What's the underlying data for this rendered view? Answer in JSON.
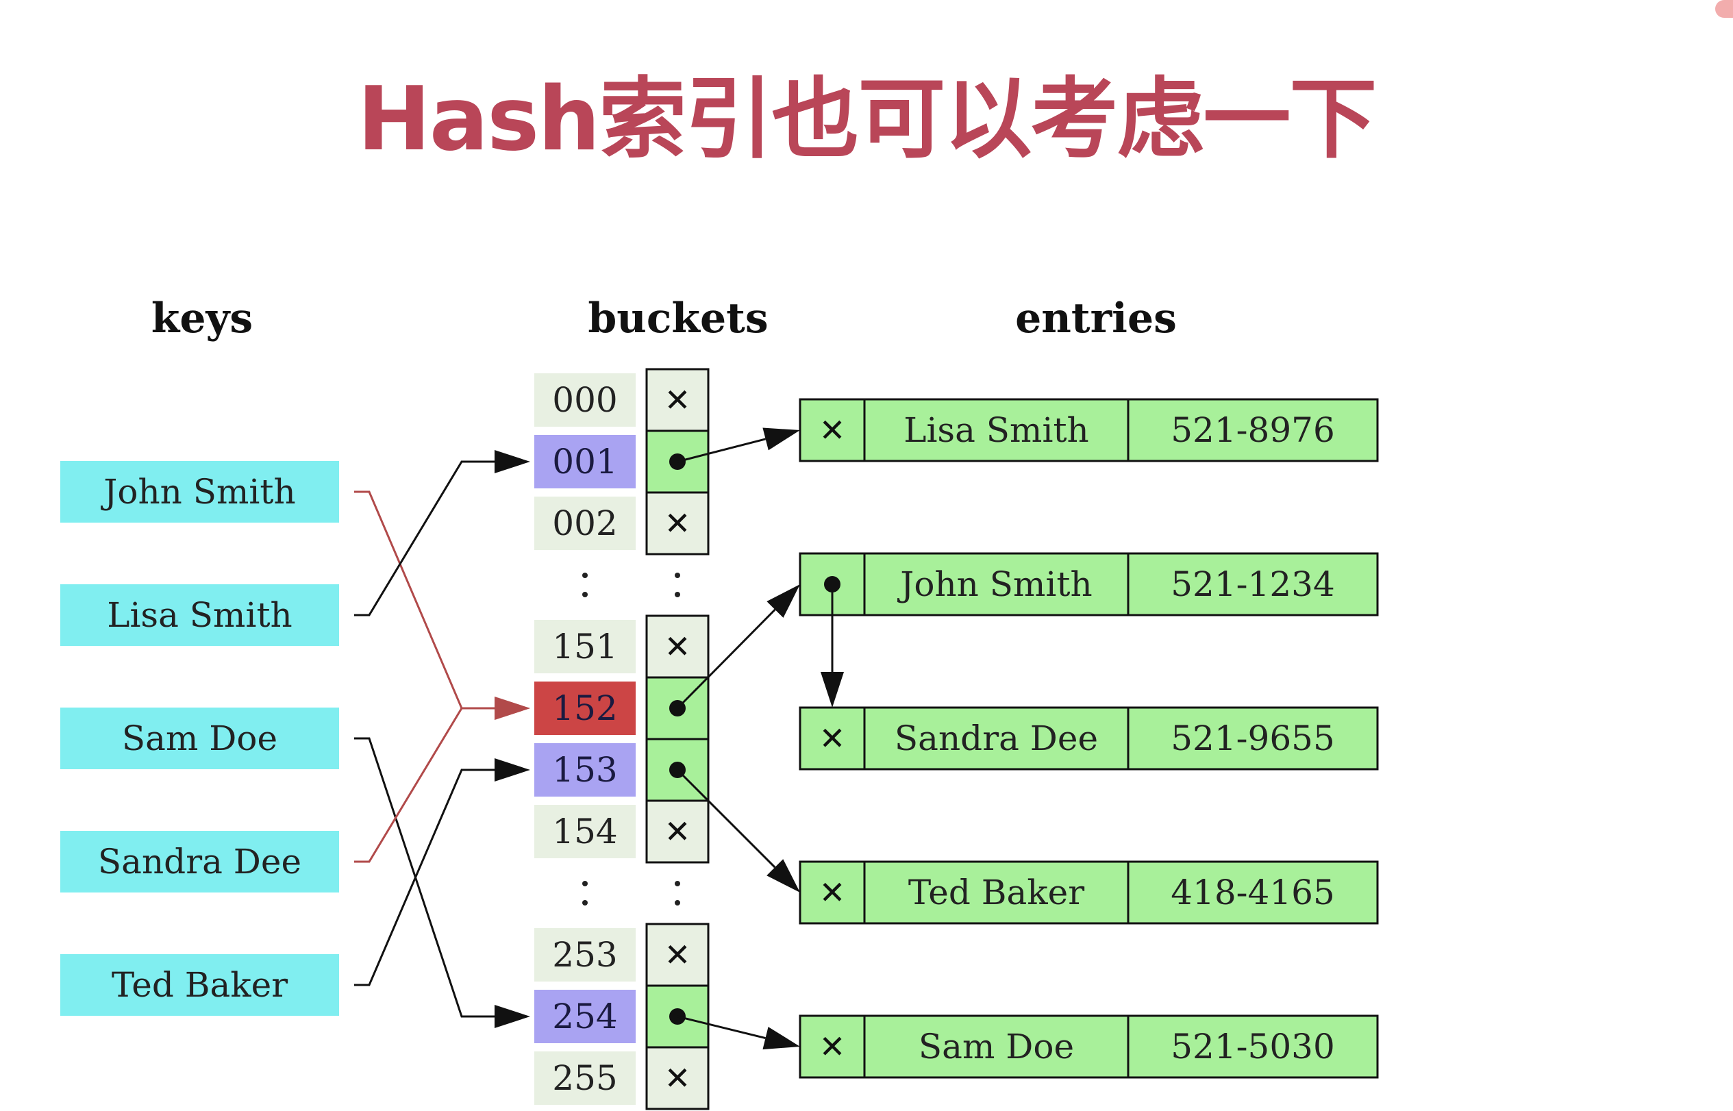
{
  "title": "Hash索引也可以考虑一下",
  "headers": {
    "keys": "keys",
    "buckets": "buckets",
    "entries": "entries"
  },
  "keys": [
    "John Smith",
    "Lisa Smith",
    "Sam Doe",
    "Sandra Dee",
    "Ted Baker"
  ],
  "buckets": [
    {
      "index": "000",
      "state": "null",
      "highlight": "none"
    },
    {
      "index": "001",
      "state": "pointer",
      "highlight": "blue"
    },
    {
      "index": "002",
      "state": "null",
      "highlight": "none"
    },
    {
      "index": ":",
      "state": "ellipsis",
      "highlight": "none"
    },
    {
      "index": "151",
      "state": "null",
      "highlight": "none"
    },
    {
      "index": "152",
      "state": "pointer",
      "highlight": "red"
    },
    {
      "index": "153",
      "state": "pointer",
      "highlight": "blue"
    },
    {
      "index": "154",
      "state": "null",
      "highlight": "none"
    },
    {
      "index": ":",
      "state": "ellipsis",
      "highlight": "none"
    },
    {
      "index": "253",
      "state": "null",
      "highlight": "none"
    },
    {
      "index": "254",
      "state": "pointer",
      "highlight": "blue"
    },
    {
      "index": "255",
      "state": "null",
      "highlight": "none"
    }
  ],
  "entries": [
    {
      "name": "Lisa Smith",
      "phone": "521-8976",
      "next": "null"
    },
    {
      "name": "John Smith",
      "phone": "521-1234",
      "next": "pointer"
    },
    {
      "name": "Sandra Dee",
      "phone": "521-9655",
      "next": "null"
    },
    {
      "name": "Ted Baker",
      "phone": "418-4165",
      "next": "null"
    },
    {
      "name": "Sam Doe",
      "phone": "521-5030",
      "next": "null"
    }
  ],
  "mappings": [
    {
      "key": "John Smith",
      "bucket": "152",
      "collision": true
    },
    {
      "key": "Lisa Smith",
      "bucket": "001",
      "collision": false
    },
    {
      "key": "Sam Doe",
      "bucket": "254",
      "collision": false
    },
    {
      "key": "Sandra Dee",
      "bucket": "152",
      "collision": true
    },
    {
      "key": "Ted Baker",
      "bucket": "153",
      "collision": false
    }
  ],
  "links": [
    {
      "from": "001",
      "to": "Lisa Smith"
    },
    {
      "from": "152",
      "to": "John Smith"
    },
    {
      "from": "John Smith",
      "to": "Sandra Dee"
    },
    {
      "from": "153",
      "to": "Ted Baker"
    },
    {
      "from": "254",
      "to": "Sam Doe"
    }
  ],
  "colors": {
    "title": "#b94658",
    "key_fill": "#80eef0",
    "bucket_plain": "#e8f0e2",
    "bucket_blue": "#a9a3f2",
    "bucket_red": "#cc4545",
    "pointer_cell": "#a8f09a",
    "entry_fill": "#a8f09a",
    "collision_line": "#b14a4a",
    "line": "#111111"
  },
  "symbols": {
    "null_pointer": "✕"
  }
}
